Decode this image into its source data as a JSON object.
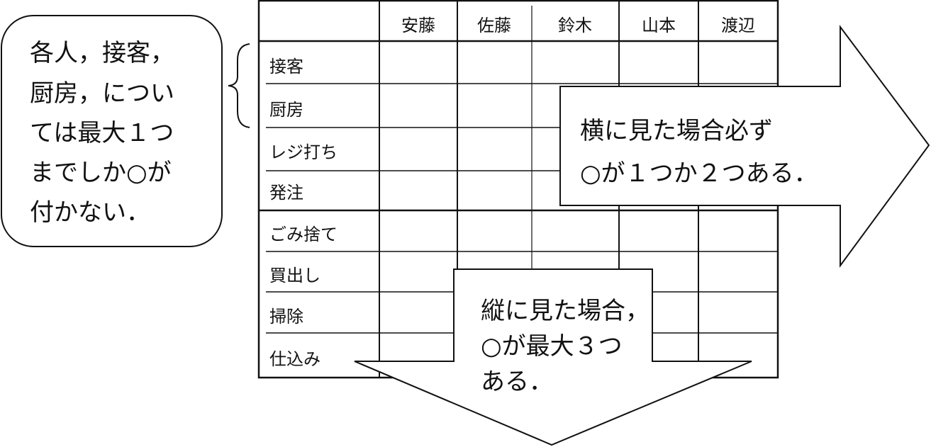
{
  "table": {
    "columns": [
      "安藤",
      "佐藤",
      "鈴木",
      "山本",
      "渡辺"
    ],
    "rows": [
      "接客",
      "厨房",
      "レジ打ち",
      "発注",
      "ごみ捨て",
      "買出し",
      "掃除",
      "仕込み"
    ]
  },
  "left_note": {
    "lines": [
      "各人，接客，",
      "厨房，につい",
      "ては最大１つ",
      "までしか○が",
      "付かない．"
    ]
  },
  "right_arrow_note": {
    "lines": [
      "横に見た場合必ず",
      "○が１つか２つある．"
    ]
  },
  "down_arrow_note": {
    "lines": [
      "縦に見た場合，",
      "○が最大３つ",
      "ある．"
    ]
  }
}
